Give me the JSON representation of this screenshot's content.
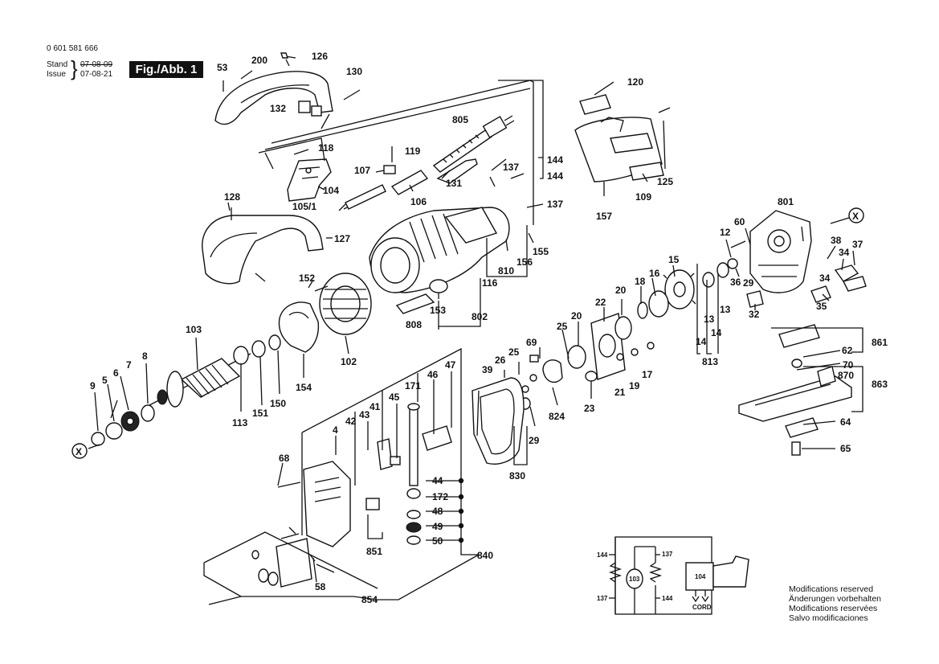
{
  "header": {
    "part_number": "0 601 581 666",
    "stand_label": "Stand",
    "stand_date": "07-08-09",
    "issue_label": "Issue",
    "issue_date": "07-08-21",
    "figure_label": "Fig./Abb. 1"
  },
  "notes": [
    "Modifications reserved",
    "Änderungen vorbehalten",
    "Modifications reservées",
    "Salvo modificaciones"
  ],
  "labels": {
    "l200": "200",
    "l126": "126",
    "l53": "53",
    "l130": "130",
    "l132": "132",
    "l120": "120",
    "l805": "805",
    "l118": "118",
    "l119": "119",
    "l107": "107",
    "l104": "104",
    "l106": "106",
    "l131": "131",
    "l137a": "137",
    "l144a": "144",
    "l144b": "144",
    "l125": "125",
    "l109": "109",
    "l157": "157",
    "l128": "128",
    "l105_1": "105/1",
    "l137b": "137",
    "l801": "801",
    "l127": "127",
    "l60": "60",
    "l12": "12",
    "l38": "38",
    "l37": "37",
    "l34a": "34",
    "l15": "15",
    "l16": "16",
    "l18": "18",
    "l155": "155",
    "l156": "156",
    "l810": "810",
    "l116": "116",
    "l152": "152",
    "l153": "153",
    "l36": "36",
    "l13a": "13",
    "l29a": "29",
    "l34b": "34",
    "l20a": "20",
    "l22": "22",
    "l20b": "20",
    "l35": "35",
    "l32": "32",
    "l13b": "13",
    "l14a": "14",
    "l14b": "14",
    "l813": "813",
    "l808": "808",
    "l802": "802",
    "l103": "103",
    "l25a": "25",
    "l69": "69",
    "l25b": "25",
    "l26": "26",
    "l21": "21",
    "l19": "19",
    "l17": "17",
    "l861": "861",
    "l62": "62",
    "l70": "70",
    "l870": "870",
    "l863": "863",
    "l8": "8",
    "l7": "7",
    "l6": "6",
    "l5": "5",
    "l9": "9",
    "l102": "102",
    "l154": "154",
    "l150": "150",
    "l151": "151",
    "l113": "113",
    "l39": "39",
    "l47": "47",
    "l46": "46",
    "l171": "171",
    "l45": "45",
    "l41": "41",
    "l43": "43",
    "l42": "42",
    "l4": "4",
    "l824": "824",
    "l23": "23",
    "l29b": "29",
    "l830": "830",
    "l64": "64",
    "l65": "65",
    "l68": "68",
    "l44": "44",
    "l172": "172",
    "l48": "48",
    "l49": "49",
    "l50": "50",
    "l851": "851",
    "l840": "840",
    "l58": "58",
    "l854": "854",
    "lx1": "X",
    "lx2": "X"
  },
  "wiring": {
    "w144a": "144",
    "w137a": "137",
    "w103": "103",
    "w104": "104",
    "w137b": "137",
    "w144b": "144",
    "w_cord": "CORD"
  }
}
